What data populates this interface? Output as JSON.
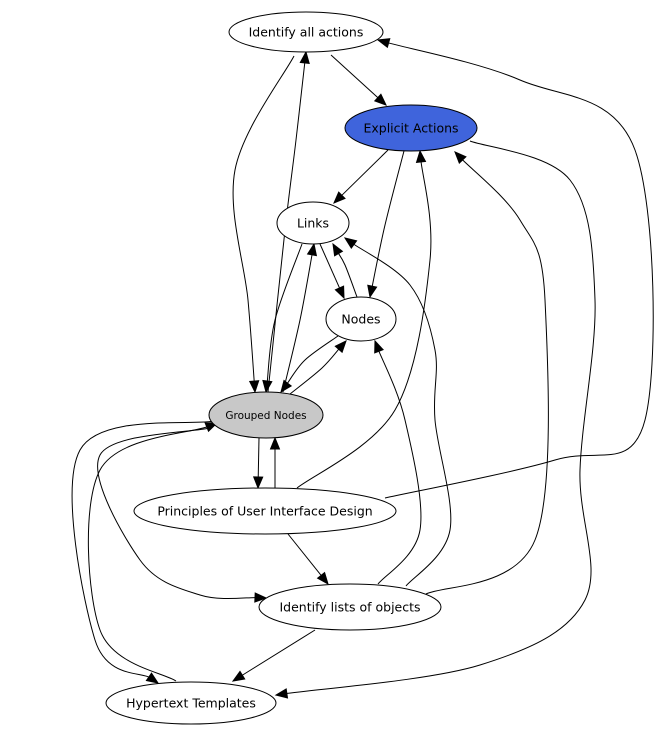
{
  "colors": {
    "background": "#ffffff",
    "default_node_fill": "#ffffff",
    "highlight_node_fill": "#3f64dc",
    "grouped_node_fill": "#c8c8c8",
    "stroke": "#000000"
  },
  "nodes": [
    {
      "id": "identify_actions",
      "label": "Identify all actions",
      "fill": "#ffffff"
    },
    {
      "id": "explicit_actions",
      "label": "Explicit Actions",
      "fill": "#3f64dc"
    },
    {
      "id": "links",
      "label": "Links",
      "fill": "#ffffff"
    },
    {
      "id": "nodes",
      "label": "Nodes",
      "fill": "#ffffff"
    },
    {
      "id": "grouped_nodes",
      "label": "Grouped Nodes",
      "fill": "#c8c8c8"
    },
    {
      "id": "principles",
      "label": "Principles of User Interface Design",
      "fill": "#ffffff"
    },
    {
      "id": "identify_lists",
      "label": "Identify lists of objects",
      "fill": "#ffffff"
    },
    {
      "id": "hypertext",
      "label": "Hypertext Templates",
      "fill": "#ffffff"
    }
  ],
  "edges": [
    {
      "from": "identify_actions",
      "to": "explicit_actions"
    },
    {
      "from": "identify_actions",
      "to": "grouped_nodes"
    },
    {
      "from": "grouped_nodes",
      "to": "identify_actions"
    },
    {
      "from": "explicit_actions",
      "to": "links"
    },
    {
      "from": "explicit_actions",
      "to": "nodes"
    },
    {
      "from": "explicit_actions",
      "to": "hypertext"
    },
    {
      "from": "links",
      "to": "nodes"
    },
    {
      "from": "nodes",
      "to": "links"
    },
    {
      "from": "links",
      "to": "grouped_nodes"
    },
    {
      "from": "grouped_nodes",
      "to": "links"
    },
    {
      "from": "nodes",
      "to": "grouped_nodes"
    },
    {
      "from": "grouped_nodes",
      "to": "nodes"
    },
    {
      "from": "grouped_nodes",
      "to": "principles"
    },
    {
      "from": "principles",
      "to": "grouped_nodes"
    },
    {
      "from": "principles",
      "to": "explicit_actions"
    },
    {
      "from": "principles",
      "to": "identify_actions"
    },
    {
      "from": "principles",
      "to": "identify_lists"
    },
    {
      "from": "grouped_nodes",
      "to": "identify_lists"
    },
    {
      "from": "grouped_nodes",
      "to": "hypertext"
    },
    {
      "from": "hypertext",
      "to": "grouped_nodes"
    },
    {
      "from": "identify_lists",
      "to": "explicit_actions"
    },
    {
      "from": "identify_lists",
      "to": "nodes"
    },
    {
      "from": "identify_lists",
      "to": "links"
    },
    {
      "from": "identify_lists",
      "to": "hypertext"
    }
  ]
}
